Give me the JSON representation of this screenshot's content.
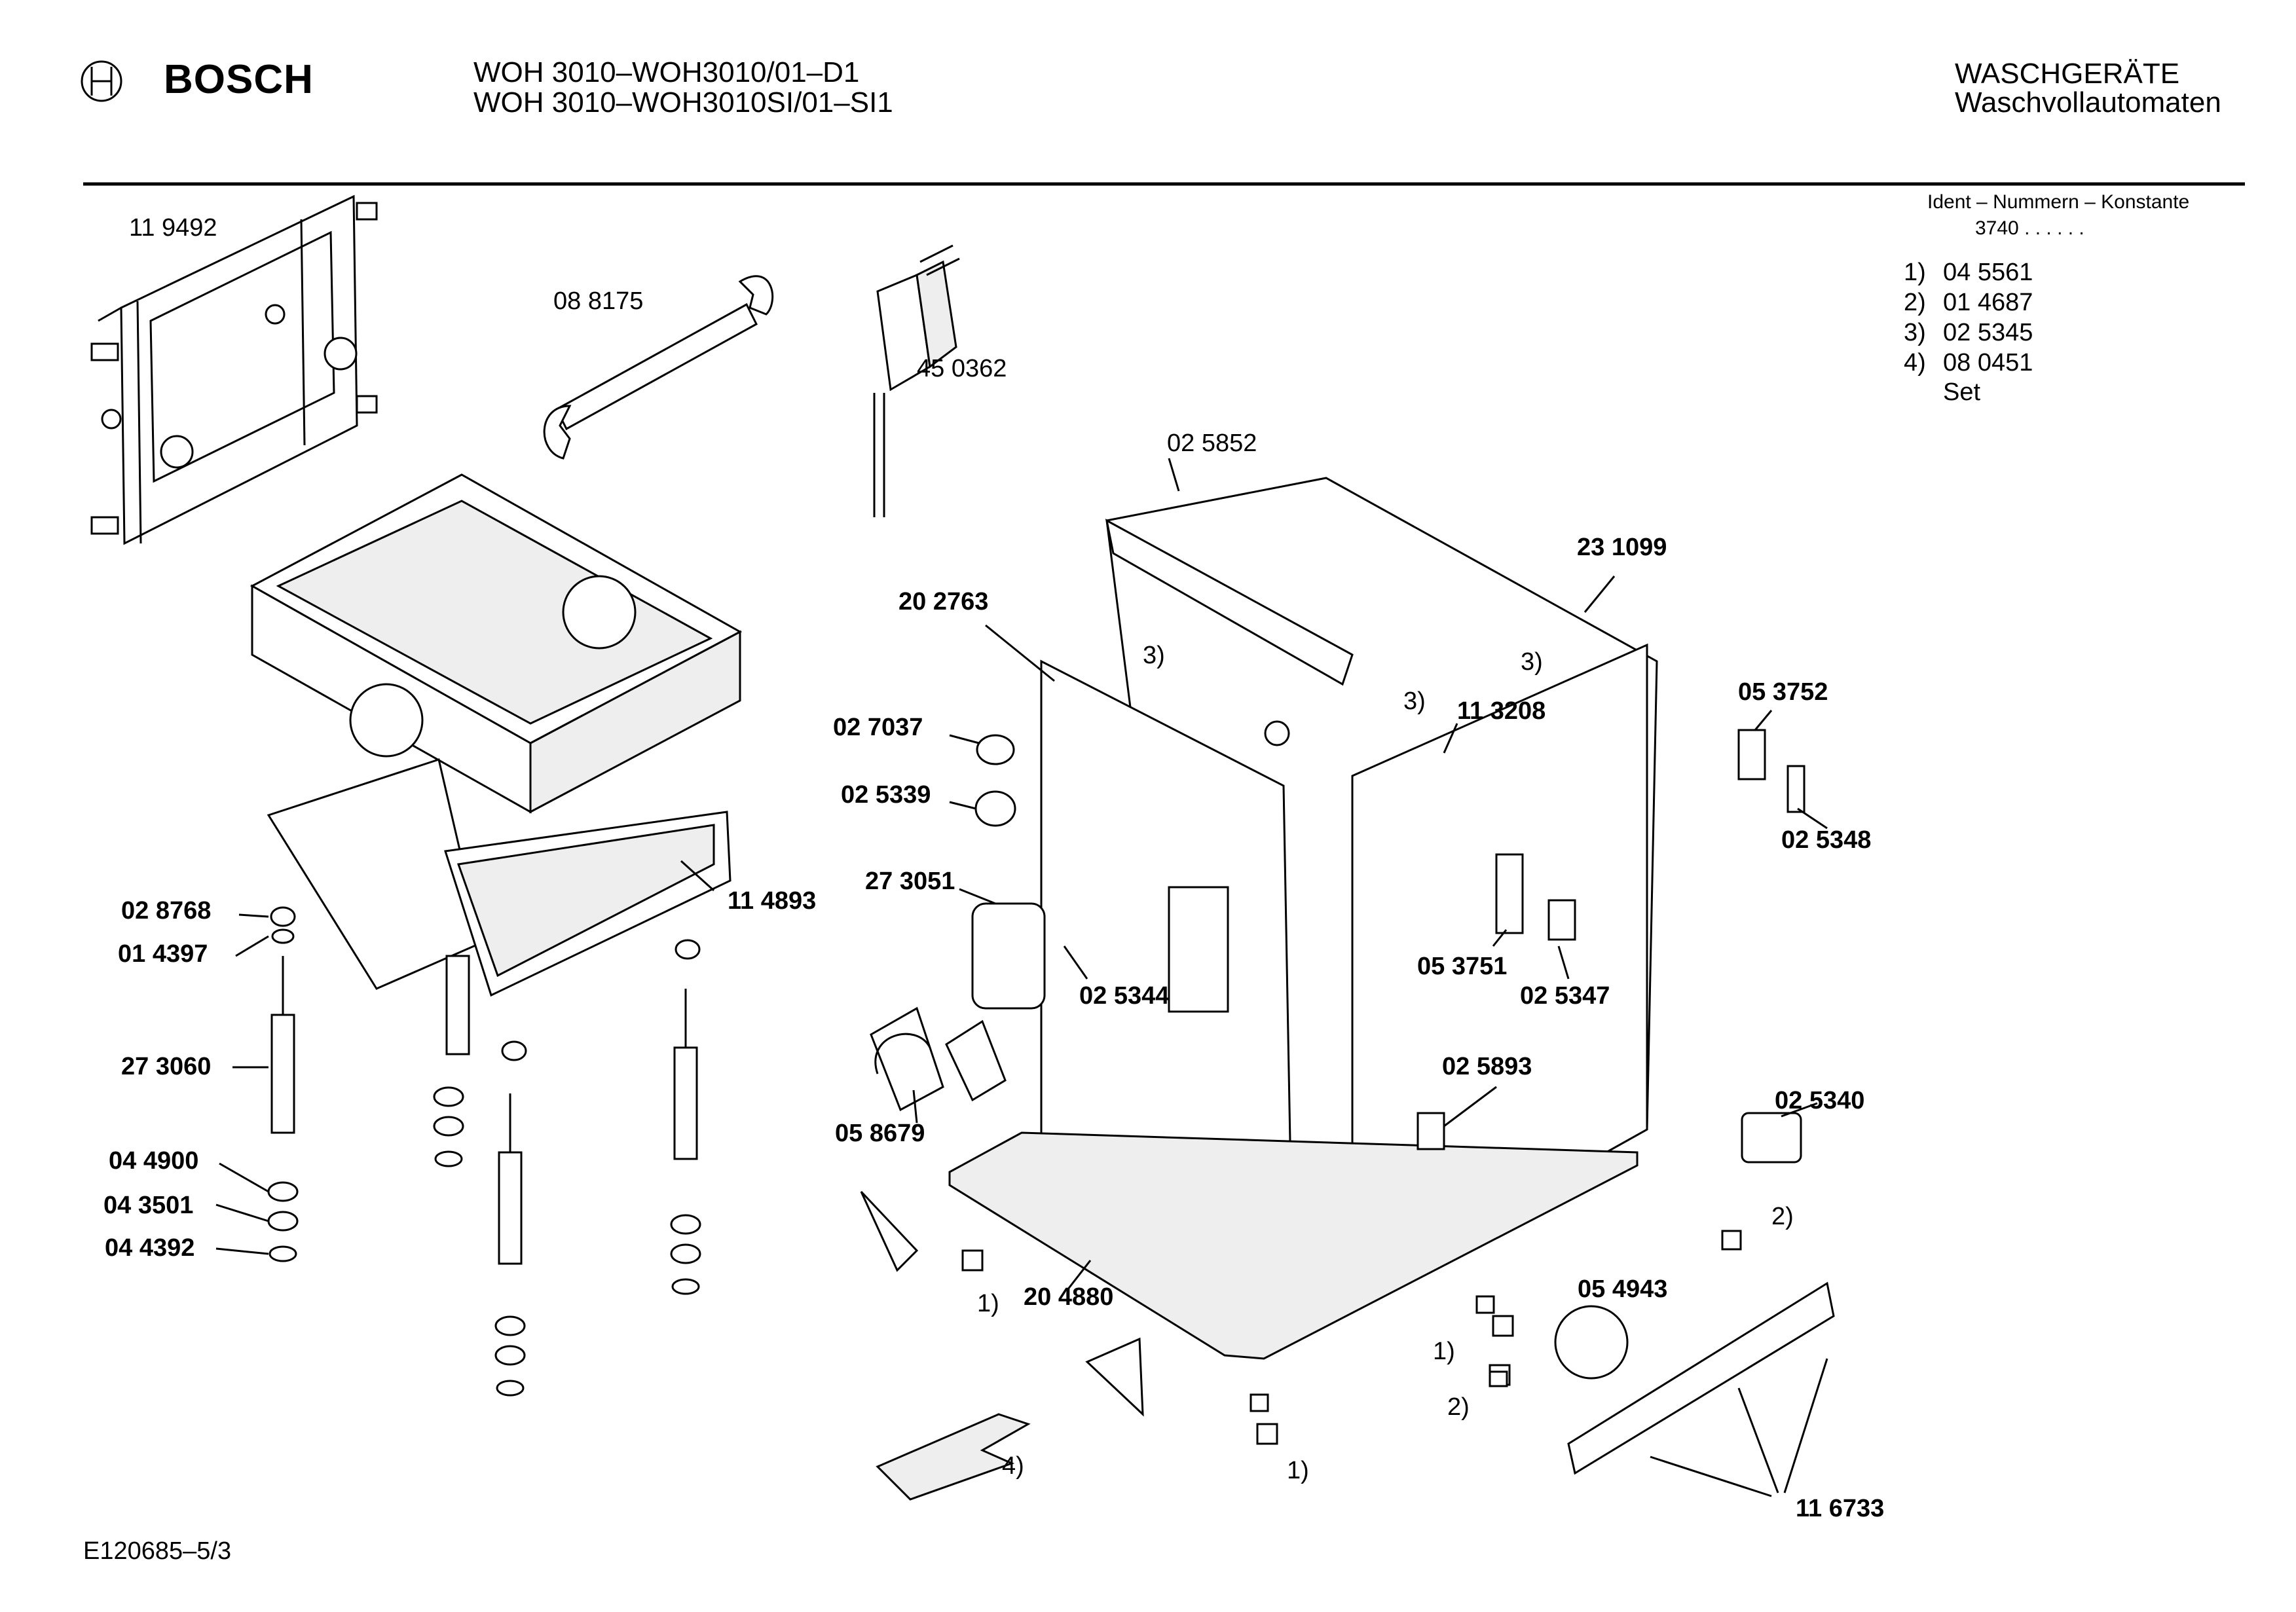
{
  "header": {
    "brand": "BOSCH",
    "model_line_1": "WOH 3010–WOH3010/01–D1",
    "model_line_2": "WOH 3010–WOH3010SI/01–SI1",
    "category_1": "WASCHGERÄTE",
    "category_2": "Waschvollautomaten"
  },
  "ident": {
    "title": "Ident – Nummern – Konstante",
    "constant": "3740 . .   . . . .",
    "items": [
      {
        "key": "1)",
        "value": "04 5561"
      },
      {
        "key": "2)",
        "value": "01 4687"
      },
      {
        "key": "3)",
        "value": "02 5345"
      },
      {
        "key": "4)",
        "value": "08 0451"
      }
    ],
    "set_label": "Set"
  },
  "parts": {
    "p119492": "11 9492",
    "p088175": "08 8175",
    "p450362": "45 0362",
    "p025852": "02 5852",
    "p231099": "23 1099",
    "p202763": "20 2763",
    "p027037": "02 7037",
    "p025339": "02 5339",
    "p273051": "27 3051",
    "p025344": "02 5344",
    "p058679": "05 8679",
    "p204880": "20 4880",
    "p113208": "11 3208",
    "p053752": "05 3752",
    "p025348": "02 5348",
    "p053751": "05 3751",
    "p025347": "02 5347",
    "p025893": "02 5893",
    "p025340": "02 5340",
    "p054943": "05 4943",
    "p116733": "11 6733",
    "p114893": "11 4893",
    "p028768": "02 8768",
    "p014397": "01 4397",
    "p273060": "27 3060",
    "p044900": "04 4900",
    "p043501": "04 3501",
    "p044392": "04 4392"
  },
  "refs": {
    "r3a": "3)",
    "r3b": "3)",
    "r3c": "3)",
    "r1a": "1)",
    "r1b": "1)",
    "r1c": "1)",
    "r2a": "2)",
    "r2b": "2)",
    "r4a": "4)"
  },
  "footer": {
    "code": "E120685–5/3"
  }
}
